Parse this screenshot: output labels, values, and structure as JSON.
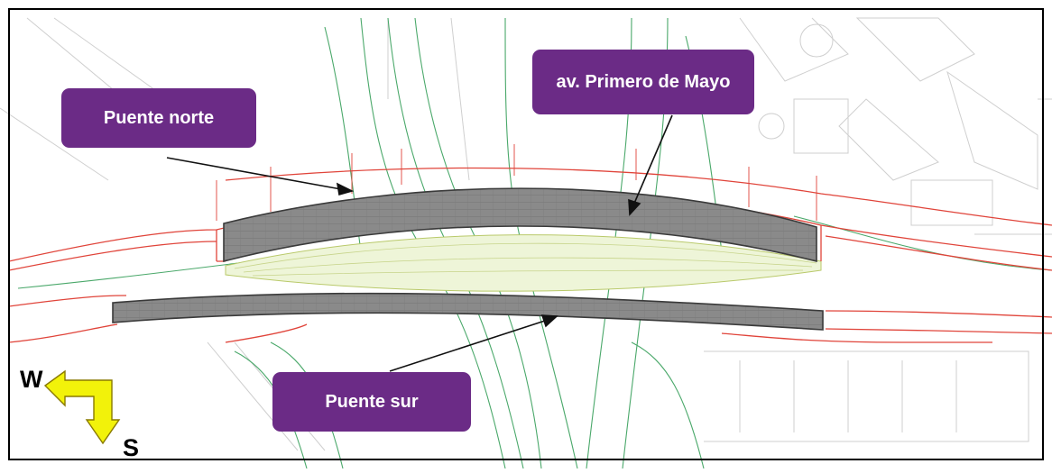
{
  "labels": {
    "north_bridge": "Puente norte",
    "main_avenue": "av. Primero de Mayo",
    "south_bridge": "Puente sur"
  },
  "compass": {
    "west": "W",
    "south": "S"
  },
  "colors": {
    "callout_fill": "#6b2b86",
    "bridge_deck": "#8a8a8a",
    "bridge_edge": "#3a3a3a",
    "road_edge_red": "#e0443a",
    "green_lines": "#4aa86a",
    "base_lines": "#c8c8c8",
    "arrow_yellow": "#f2f20a",
    "frame": "#000000"
  }
}
